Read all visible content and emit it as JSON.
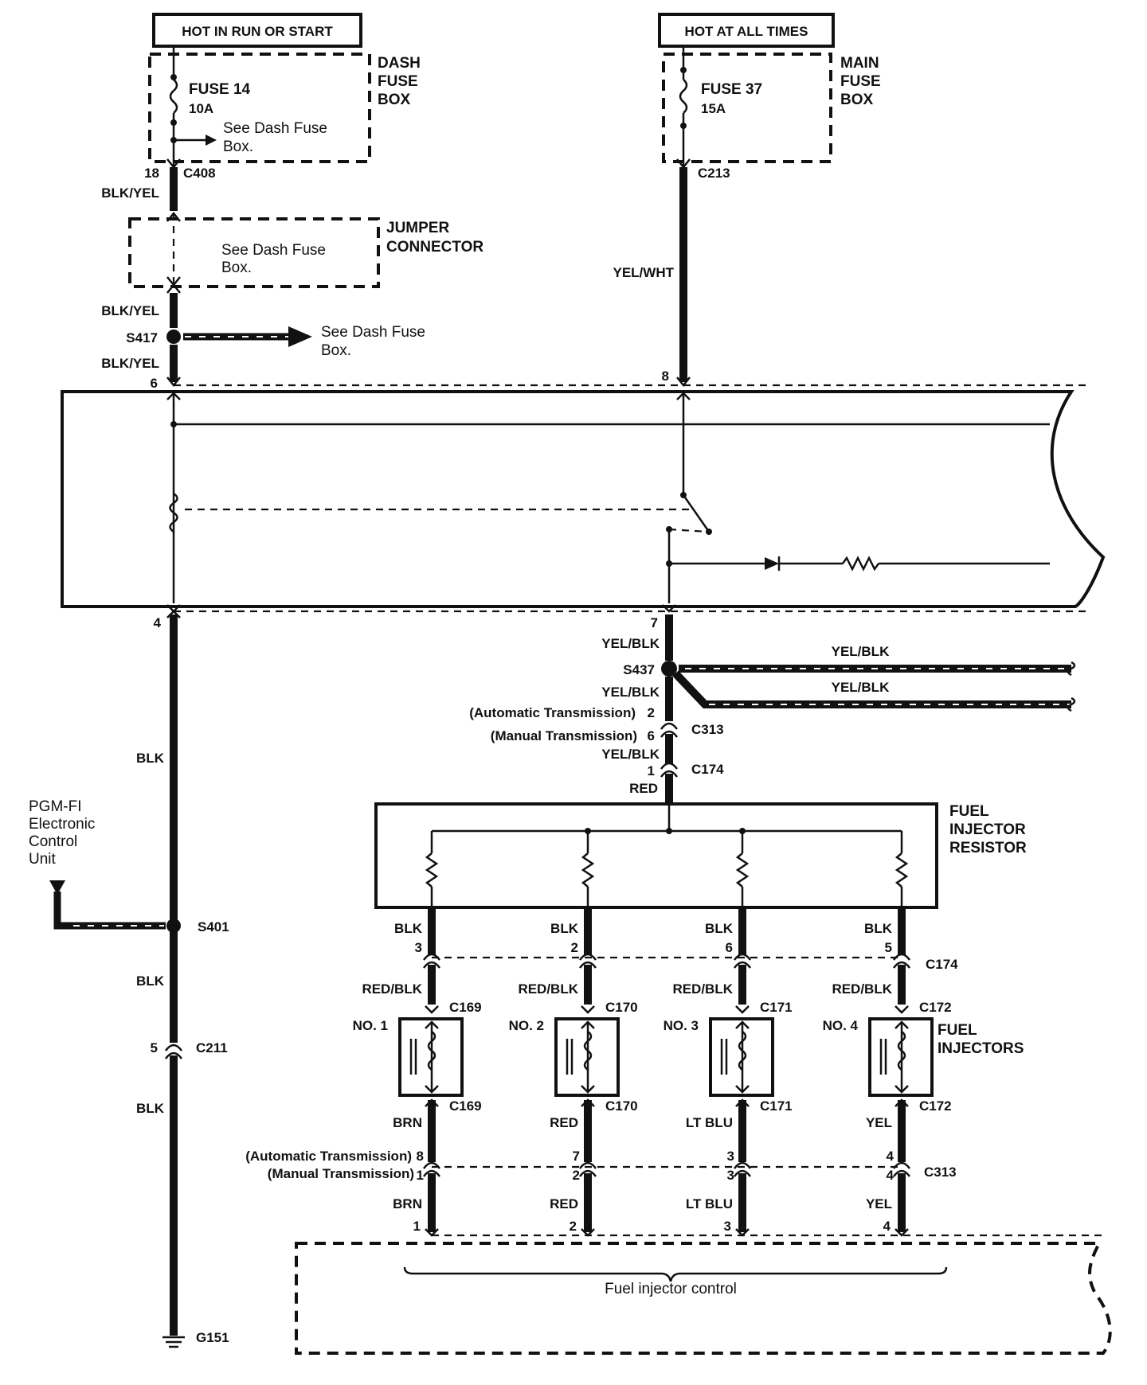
{
  "power": {
    "run_start": "HOT IN RUN OR START",
    "all_times": "HOT AT ALL TIMES"
  },
  "dash_fuse_box": {
    "label_line1": "DASH",
    "label_line2": "FUSE",
    "label_line3": "BOX",
    "fuse_name": "FUSE 14",
    "fuse_rating": "10A",
    "see_line1": "See Dash Fuse",
    "see_line2": "Box."
  },
  "main_fuse_box": {
    "label_line1": "MAIN",
    "label_line2": "FUSE",
    "label_line3": "BOX",
    "fuse_name": "FUSE 37",
    "fuse_rating": "15A"
  },
  "jumper": {
    "label_line1": "JUMPER",
    "label_line2": "CONNECTOR",
    "see_line1": "See Dash Fuse",
    "see_line2": "Box."
  },
  "left_branch": {
    "pin_c408": "18",
    "c408": "C408",
    "wire1": "BLK/YEL",
    "wire2": "BLK/YEL",
    "s417": "S417",
    "see_line1": "See Dash Fuse",
    "see_line2": "Box.",
    "wire3": "BLK/YEL",
    "pin_6": "6",
    "pin_4": "4",
    "blk1": "BLK",
    "ecu_line1": "PGM-FI",
    "ecu_line2": "Electronic",
    "ecu_line3": "Control",
    "ecu_line4": "Unit",
    "s401": "S401",
    "blk2": "BLK",
    "pin_5": "5",
    "c211": "C211",
    "blk3": "BLK",
    "g151": "G151"
  },
  "right_branch": {
    "c213": "C213",
    "wire_yel_wht": "YEL/WHT",
    "pin_8": "8",
    "pin_7": "7",
    "yel_blk_1": "YEL/BLK",
    "s437": "S437",
    "yel_blk_out1": "YEL/BLK",
    "yel_blk_out2": "YEL/BLK",
    "yel_blk_2": "YEL/BLK",
    "auto_trans": "(Automatic Transmission)",
    "auto_pin": "2",
    "manual_trans": "(Manual Transmission)",
    "manual_pin": "6",
    "c313": "C313",
    "yel_blk_3": "YEL/BLK",
    "pin_1": "1",
    "c174": "C174",
    "red": "RED"
  },
  "resistor": {
    "line1": "FUEL",
    "line2": "INJECTOR",
    "line3": "RESISTOR"
  },
  "injectors_label": {
    "line1": "FUEL",
    "line2": "INJECTORS"
  },
  "injectors": [
    {
      "blk": "BLK",
      "res_pin": "3",
      "red_blk": "RED/BLK",
      "conn": "C169",
      "name": "NO. 1",
      "out_wire": "BRN",
      "pin_out": "1",
      "low_wire": "BRN",
      "ecu_pin": "1"
    },
    {
      "blk": "BLK",
      "res_pin": "2",
      "red_blk": "RED/BLK",
      "conn": "C170",
      "name": "NO. 2",
      "out_wire": "RED",
      "pin_out": "2",
      "low_wire": "RED",
      "ecu_pin": "2"
    },
    {
      "blk": "BLK",
      "res_pin": "6",
      "red_blk": "RED/BLK",
      "conn": "C171",
      "name": "NO. 3",
      "out_wire": "LT BLU",
      "pin_out": "3",
      "low_wire": "LT BLU",
      "ecu_pin": "3"
    },
    {
      "blk": "BLK",
      "res_pin": "5",
      "red_blk": "RED/BLK",
      "conn": "C172",
      "name": "NO. 4",
      "out_wire": "YEL",
      "pin_out": "4",
      "low_wire": "YEL",
      "ecu_pin": "4"
    }
  ],
  "c174_right": "C174",
  "c313_auto": {
    "label": "(Automatic Transmission)",
    "pins": [
      "8",
      "7",
      "3",
      "4"
    ]
  },
  "c313_manual": {
    "label": "(Manual Transmission)"
  },
  "c313_bottom": "C313",
  "ecu_bottom": "Fuel injector control"
}
